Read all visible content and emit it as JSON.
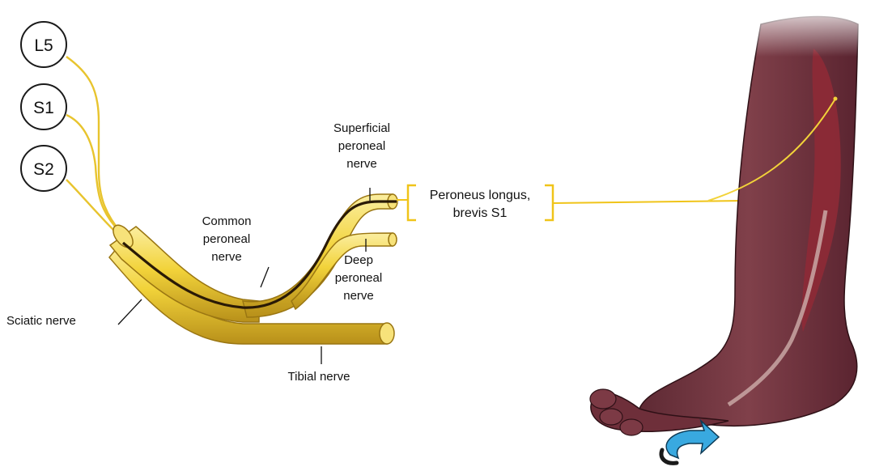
{
  "roots": [
    "L5",
    "S1",
    "S2"
  ],
  "labels": {
    "sciatic": "Sciatic nerve",
    "common_peroneal": [
      "Common",
      "peroneal",
      "nerve"
    ],
    "superficial_peroneal": [
      "Superficial",
      "peroneal",
      "nerve"
    ],
    "deep_peroneal": [
      "Deep",
      "peroneal",
      "nerve"
    ],
    "tibial": "Tibial nerve",
    "muscle_box": [
      "Peroneus longus,",
      "brevis S1"
    ]
  },
  "colors": {
    "nerve_yellow": "#f2d33a",
    "nerve_shadow": "#c9a21c",
    "inner_dark": "#2a1a06",
    "skin": "#7a3a44",
    "skin_dark": "#4e1f29",
    "arrow_blue": "#39a9e0"
  },
  "icons": [
    "eversion-arrow-icon"
  ]
}
